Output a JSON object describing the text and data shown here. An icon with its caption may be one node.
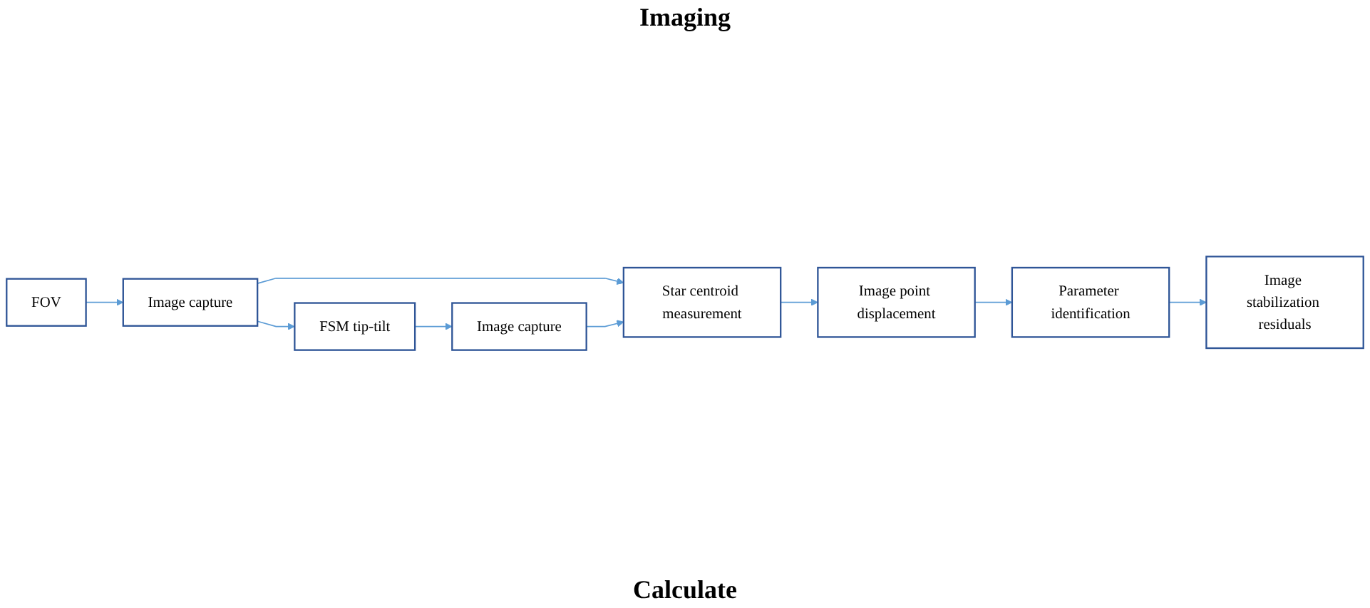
{
  "diagram": {
    "nodes": [
      {
        "text": [
          "FOV"
        ]
      },
      {
        "text": [
          "Image capture"
        ]
      },
      {
        "text": [
          "FSM tip-tilt"
        ]
      },
      {
        "text": [
          "Image capture"
        ]
      },
      {
        "text": [
          "Star centroid measurement"
        ]
      },
      {
        "text": [
          "Image point displacement"
        ]
      },
      {
        "text": [
          "Parameter identification"
        ]
      },
      {
        "text": [
          "Image stabilization residuals"
        ]
      }
    ],
    "edges": [
      {
        "from": 0,
        "to": 1,
        "arrow": "to"
      },
      {
        "from": 1,
        "to": 2,
        "arrow": "to"
      },
      {
        "from": 2,
        "to": 3,
        "arrow": "to"
      },
      {
        "from": 1,
        "to": 4,
        "arrow": "to"
      },
      {
        "from": 3,
        "to": 4,
        "arrow": "to"
      },
      {
        "from": 4,
        "to": 5,
        "arrow": "to"
      },
      {
        "from": 5,
        "to": 6,
        "arrow": "to"
      },
      {
        "from": 6,
        "to": 7,
        "arrow": "to"
      }
    ],
    "labels": [
      "Imaging",
      "Calculate"
    ]
  }
}
